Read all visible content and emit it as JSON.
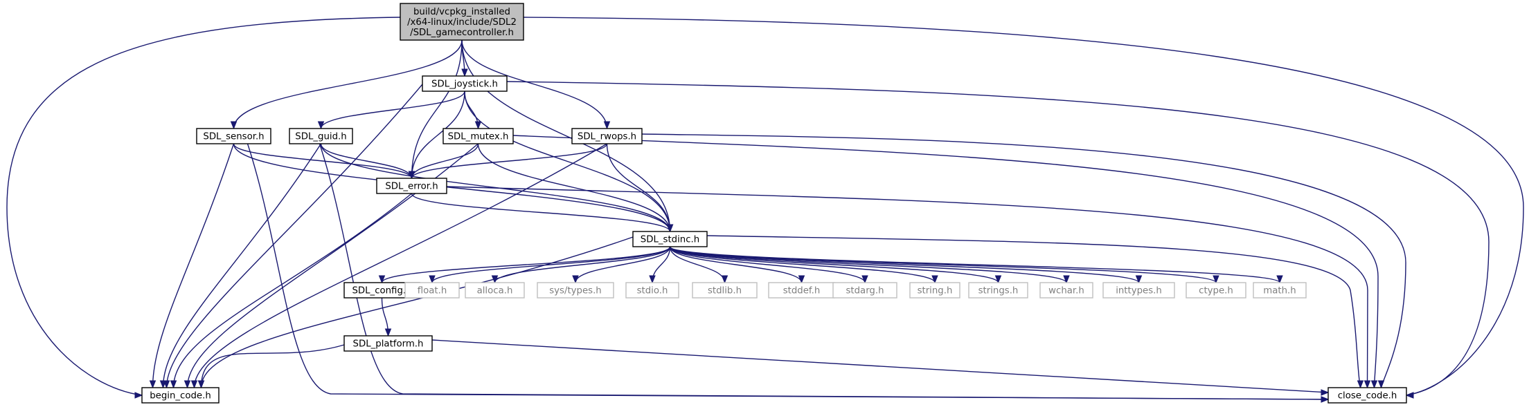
{
  "diagram": {
    "type": "include-dependency-graph",
    "colors": {
      "edge": "#191970",
      "root_fill": "#bfbfbf",
      "box_stroke": "#000000",
      "external_stroke": "#bfbfbf",
      "external_text": "#7f7f7f"
    },
    "nodes": [
      {
        "id": "root",
        "lines": [
          "build/vcpkg_installed",
          "/x64-linux/include/SDL2",
          "/SDL_gamecontroller.h"
        ],
        "kind": "root"
      },
      {
        "id": "joystick",
        "lines": [
          "SDL_joystick.h"
        ],
        "kind": "internal"
      },
      {
        "id": "sensor",
        "lines": [
          "SDL_sensor.h"
        ],
        "kind": "internal"
      },
      {
        "id": "guid",
        "lines": [
          "SDL_guid.h"
        ],
        "kind": "internal"
      },
      {
        "id": "mutex",
        "lines": [
          "SDL_mutex.h"
        ],
        "kind": "internal"
      },
      {
        "id": "rwops",
        "lines": [
          "SDL_rwops.h"
        ],
        "kind": "internal"
      },
      {
        "id": "error",
        "lines": [
          "SDL_error.h"
        ],
        "kind": "internal"
      },
      {
        "id": "stdinc",
        "lines": [
          "SDL_stdinc.h"
        ],
        "kind": "internal"
      },
      {
        "id": "config",
        "lines": [
          "SDL_config.h"
        ],
        "kind": "internal"
      },
      {
        "id": "platform",
        "lines": [
          "SDL_platform.h"
        ],
        "kind": "internal"
      },
      {
        "id": "begin",
        "lines": [
          "begin_code.h"
        ],
        "kind": "internal"
      },
      {
        "id": "close",
        "lines": [
          "close_code.h"
        ],
        "kind": "internal"
      },
      {
        "id": "float",
        "lines": [
          "float.h"
        ],
        "kind": "external"
      },
      {
        "id": "alloca",
        "lines": [
          "alloca.h"
        ],
        "kind": "external"
      },
      {
        "id": "systypes",
        "lines": [
          "sys/types.h"
        ],
        "kind": "external"
      },
      {
        "id": "stdio",
        "lines": [
          "stdio.h"
        ],
        "kind": "external"
      },
      {
        "id": "stdlib",
        "lines": [
          "stdlib.h"
        ],
        "kind": "external"
      },
      {
        "id": "stddef",
        "lines": [
          "stddef.h"
        ],
        "kind": "external"
      },
      {
        "id": "stdarg",
        "lines": [
          "stdarg.h"
        ],
        "kind": "external"
      },
      {
        "id": "string",
        "lines": [
          "string.h"
        ],
        "kind": "external"
      },
      {
        "id": "strings",
        "lines": [
          "strings.h"
        ],
        "kind": "external"
      },
      {
        "id": "wchar",
        "lines": [
          "wchar.h"
        ],
        "kind": "external"
      },
      {
        "id": "inttypes",
        "lines": [
          "inttypes.h"
        ],
        "kind": "external"
      },
      {
        "id": "ctype",
        "lines": [
          "ctype.h"
        ],
        "kind": "external"
      },
      {
        "id": "math",
        "lines": [
          "math.h"
        ],
        "kind": "external"
      }
    ],
    "edges": [
      [
        "root",
        "joystick"
      ],
      [
        "root",
        "sensor"
      ],
      [
        "root",
        "error"
      ],
      [
        "root",
        "rwops"
      ],
      [
        "root",
        "stdinc"
      ],
      [
        "root",
        "begin"
      ],
      [
        "root",
        "close"
      ],
      [
        "joystick",
        "guid"
      ],
      [
        "joystick",
        "mutex"
      ],
      [
        "joystick",
        "error"
      ],
      [
        "joystick",
        "stdinc"
      ],
      [
        "joystick",
        "begin"
      ],
      [
        "joystick",
        "close"
      ],
      [
        "sensor",
        "error"
      ],
      [
        "sensor",
        "stdinc"
      ],
      [
        "sensor",
        "begin"
      ],
      [
        "sensor",
        "close"
      ],
      [
        "guid",
        "error"
      ],
      [
        "guid",
        "stdinc"
      ],
      [
        "guid",
        "begin"
      ],
      [
        "guid",
        "close"
      ],
      [
        "mutex",
        "error"
      ],
      [
        "mutex",
        "stdinc"
      ],
      [
        "mutex",
        "begin"
      ],
      [
        "mutex",
        "close"
      ],
      [
        "rwops",
        "error"
      ],
      [
        "rwops",
        "stdinc"
      ],
      [
        "rwops",
        "begin"
      ],
      [
        "rwops",
        "close"
      ],
      [
        "error",
        "stdinc"
      ],
      [
        "error",
        "begin"
      ],
      [
        "error",
        "close"
      ],
      [
        "stdinc",
        "config"
      ],
      [
        "stdinc",
        "float"
      ],
      [
        "stdinc",
        "alloca"
      ],
      [
        "stdinc",
        "systypes"
      ],
      [
        "stdinc",
        "stdio"
      ],
      [
        "stdinc",
        "stdlib"
      ],
      [
        "stdinc",
        "stddef"
      ],
      [
        "stdinc",
        "stdarg"
      ],
      [
        "stdinc",
        "string"
      ],
      [
        "stdinc",
        "strings"
      ],
      [
        "stdinc",
        "wchar"
      ],
      [
        "stdinc",
        "inttypes"
      ],
      [
        "stdinc",
        "ctype"
      ],
      [
        "stdinc",
        "math"
      ],
      [
        "stdinc",
        "begin"
      ],
      [
        "stdinc",
        "close"
      ],
      [
        "config",
        "platform"
      ],
      [
        "platform",
        "begin"
      ],
      [
        "platform",
        "close"
      ]
    ]
  }
}
